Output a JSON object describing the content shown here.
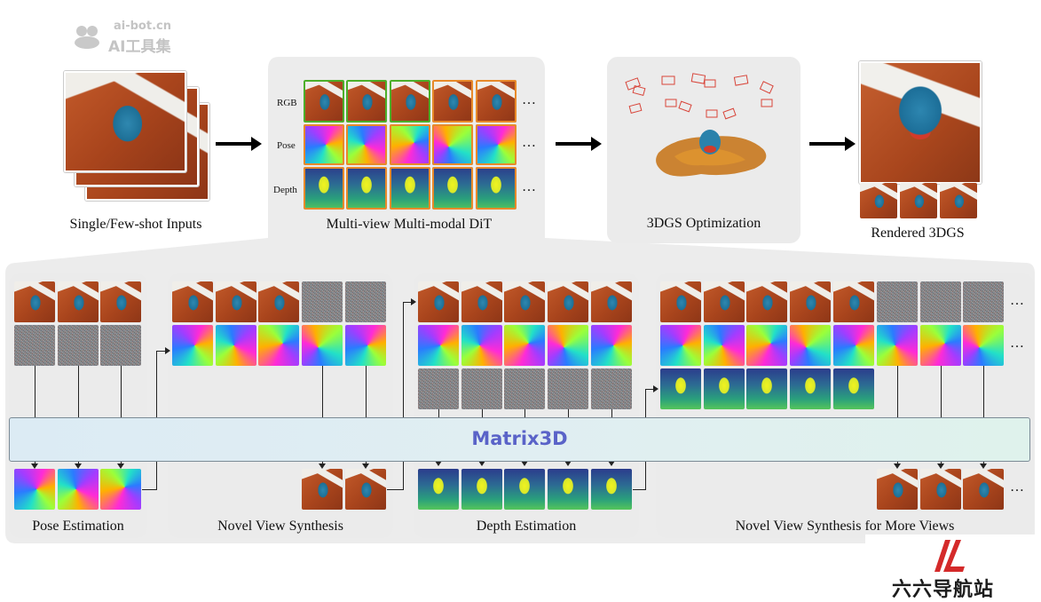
{
  "watermark_top": {
    "line1": "ai-bot.cn",
    "line2": "AI工具集"
  },
  "watermark_bottom": {
    "text": "六六导航站"
  },
  "top": {
    "inputs_caption": "Single/Few-shot Inputs",
    "dit_caption": "Multi-view Multi-modal DiT",
    "dit_rows": [
      "RGB",
      "Pose",
      "Depth"
    ],
    "ellipsis": "…",
    "opt_caption": "3DGS Optimization",
    "rendered_caption": "Rendered 3DGS"
  },
  "bottom": {
    "model_label": "Matrix3D",
    "tasks": [
      "Pose Estimation",
      "Novel View Synthesis",
      "Depth Estimation",
      "Novel View Synthesis for More Views"
    ],
    "ellipsis": "…"
  },
  "colors": {
    "green_border": "#4caf2a",
    "orange_border": "#e88a2a",
    "matrix_bar": "#dfeef5"
  }
}
